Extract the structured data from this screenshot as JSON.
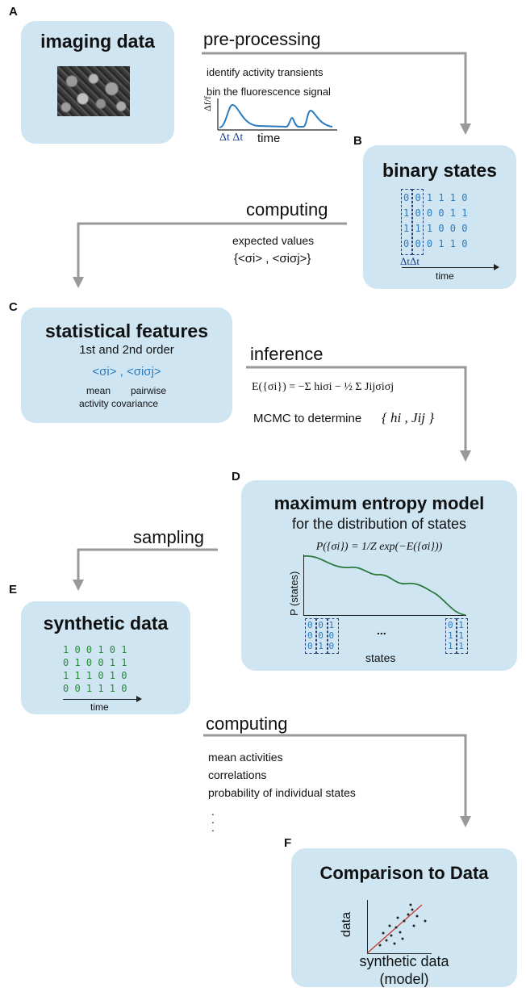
{
  "panels": {
    "A": {
      "letter": "A",
      "title": "imaging data"
    },
    "B": {
      "letter": "B",
      "title": "binary states",
      "rows": [
        "0 0 1 1 1 0",
        "1 0 0 0 1 1",
        "1 1 1 0 0 0",
        "0 0 0 1 1 0"
      ],
      "delta": "ΔtΔt",
      "axis": "time"
    },
    "C": {
      "letter": "C",
      "title": "statistical features",
      "subtitle": "1st and 2nd order",
      "formula": "<σi> , <σiσj>",
      "mean": "mean",
      "pairwise": "pairwise",
      "activity": "activity covariance"
    },
    "D": {
      "letter": "D",
      "title": "maximum entropy model",
      "subtitle": "for the distribution of states",
      "formula": "P({σi}) = 1/Z exp(−E({σi}))",
      "ylabel": "P (states)",
      "xlabel": "states",
      "dots": "...",
      "left_cols": [
        "0 0 1",
        "0 0 0",
        "0 1 0"
      ],
      "right_cols": [
        "0 1",
        "1 1",
        "1 1"
      ]
    },
    "E": {
      "letter": "E",
      "title": "synthetic data",
      "rows": [
        "1 0 0 1 0 1",
        "0 1 0 0 1 1",
        "1 1 1 0 1 0",
        "0 0 1 1 1 0"
      ],
      "axis": "time"
    },
    "F": {
      "letter": "F",
      "title": "Comparison to Data",
      "ylabel": "data",
      "xlabel": "synthetic data",
      "xlabel2": "(model)"
    }
  },
  "steps": {
    "preprocessing": {
      "label": "pre-processing",
      "line1": "identify activity transients",
      "line2": "bin the fluorescence signal",
      "ylabel": "Δf/f",
      "xlabel": "time",
      "delta": "Δt Δt"
    },
    "computing1": {
      "label": "computing",
      "line1": "expected  values",
      "line2": "{<σi> , <σiσj>}"
    },
    "inference": {
      "label": "inference",
      "energy": "E({σi}) = −Σ hiσi − ½ Σ Jijσiσj",
      "line2": "MCMC to determine",
      "params": "{ hi , Jij }"
    },
    "sampling": {
      "label": "sampling"
    },
    "computing2": {
      "label": "computing",
      "line1": "mean activities",
      "line2": "correlations",
      "line3": "probability of individual states",
      "ellipsis": "."
    }
  },
  "colors": {
    "box": "#cfe6f2",
    "arrow": "#999999",
    "blue": "#2b7bbf",
    "green": "#2a8a3c",
    "fit": "#c0392b"
  }
}
